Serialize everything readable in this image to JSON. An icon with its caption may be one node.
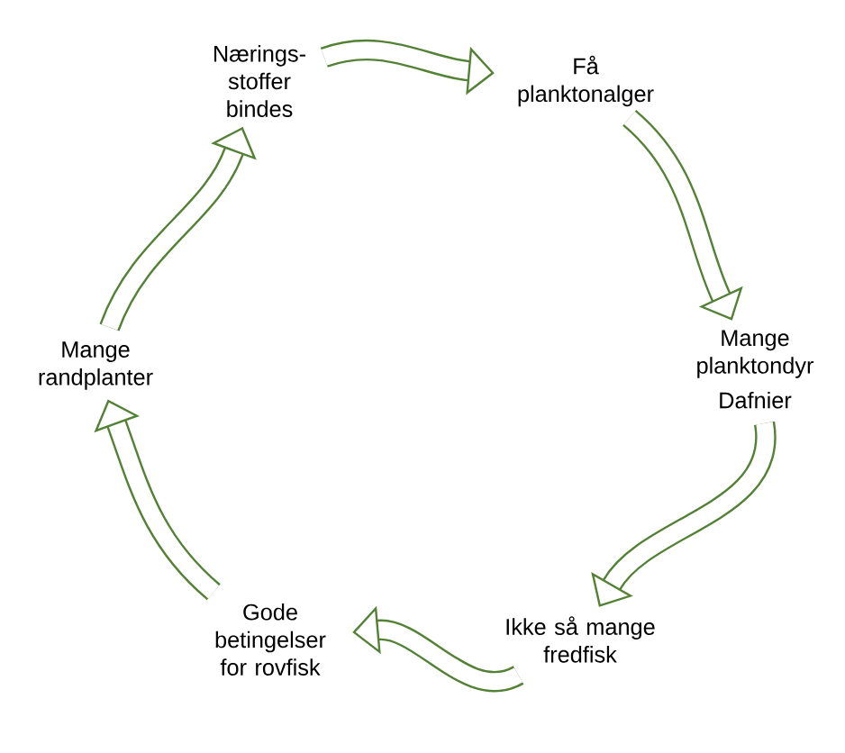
{
  "diagram": {
    "nodes": [
      {
        "text": [
          "Nærings- stoffer bindes"
        ]
      },
      {
        "text": [
          "Få planktonalger"
        ]
      },
      {
        "text": [
          "Mange planktondyr",
          "Dafnier"
        ]
      },
      {
        "text": [
          "Ikke så mange fredfisk"
        ]
      },
      {
        "text": [
          "Gode betingelser for rovfisk"
        ]
      },
      {
        "text": [
          "Mange randplanter"
        ]
      }
    ],
    "edges": [
      {
        "from": 0,
        "to": 1,
        "arrow": "to"
      },
      {
        "from": 1,
        "to": 2,
        "arrow": "to"
      },
      {
        "from": 2,
        "to": 3,
        "arrow": "to"
      },
      {
        "from": 3,
        "to": 4,
        "arrow": "to"
      },
      {
        "from": 4,
        "to": 5,
        "arrow": "to"
      },
      {
        "from": 5,
        "to": 0,
        "arrow": "to"
      }
    ]
  }
}
